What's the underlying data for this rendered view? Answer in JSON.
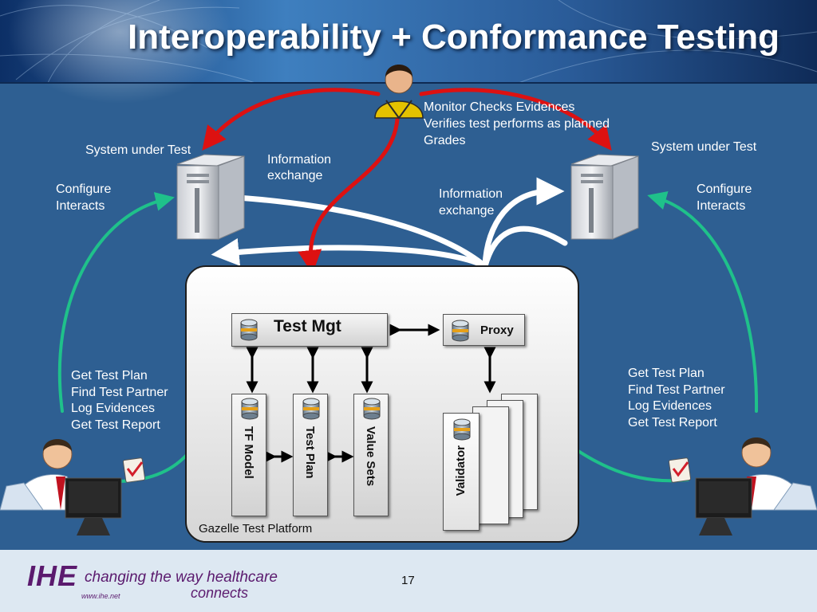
{
  "title": "Interoperability + Conformance Testing",
  "monitor": {
    "lines": [
      "Monitor Checks Evidences",
      "Verifies test performs as planned",
      "Grades"
    ]
  },
  "left_side": {
    "system_label": "System under Test",
    "info_exchange": [
      "Information",
      "exchange"
    ],
    "configure": [
      "Configure",
      "Interacts"
    ],
    "tasks": [
      "Get Test Plan",
      "Find Test Partner",
      "Log Evidences",
      "Get Test Report"
    ]
  },
  "right_side": {
    "system_label": "System under Test",
    "info_exchange": [
      "Information",
      "exchange"
    ],
    "configure": [
      "Configure",
      "Interacts"
    ],
    "tasks": [
      "Get Test Plan",
      "Find Test Partner",
      "Log Evidences",
      "Get Test Report"
    ]
  },
  "platform": {
    "label": "Gazelle Test Platform",
    "test_mgt": "Test Mgt",
    "proxy": "Proxy",
    "tf_model": "TF Model",
    "test_plan": "Test Plan",
    "value_sets": "Value Sets",
    "validator": "Validator"
  },
  "footer": {
    "brand": "IHE",
    "tagline_1": "changing the way healthcare",
    "tagline_2": "connects",
    "site": "www.ihe.net",
    "page_number": "17"
  },
  "colors": {
    "red_arrow": "#dd1111",
    "green_arrow": "#1fc18a",
    "slide_blue": "#2e5f92"
  }
}
